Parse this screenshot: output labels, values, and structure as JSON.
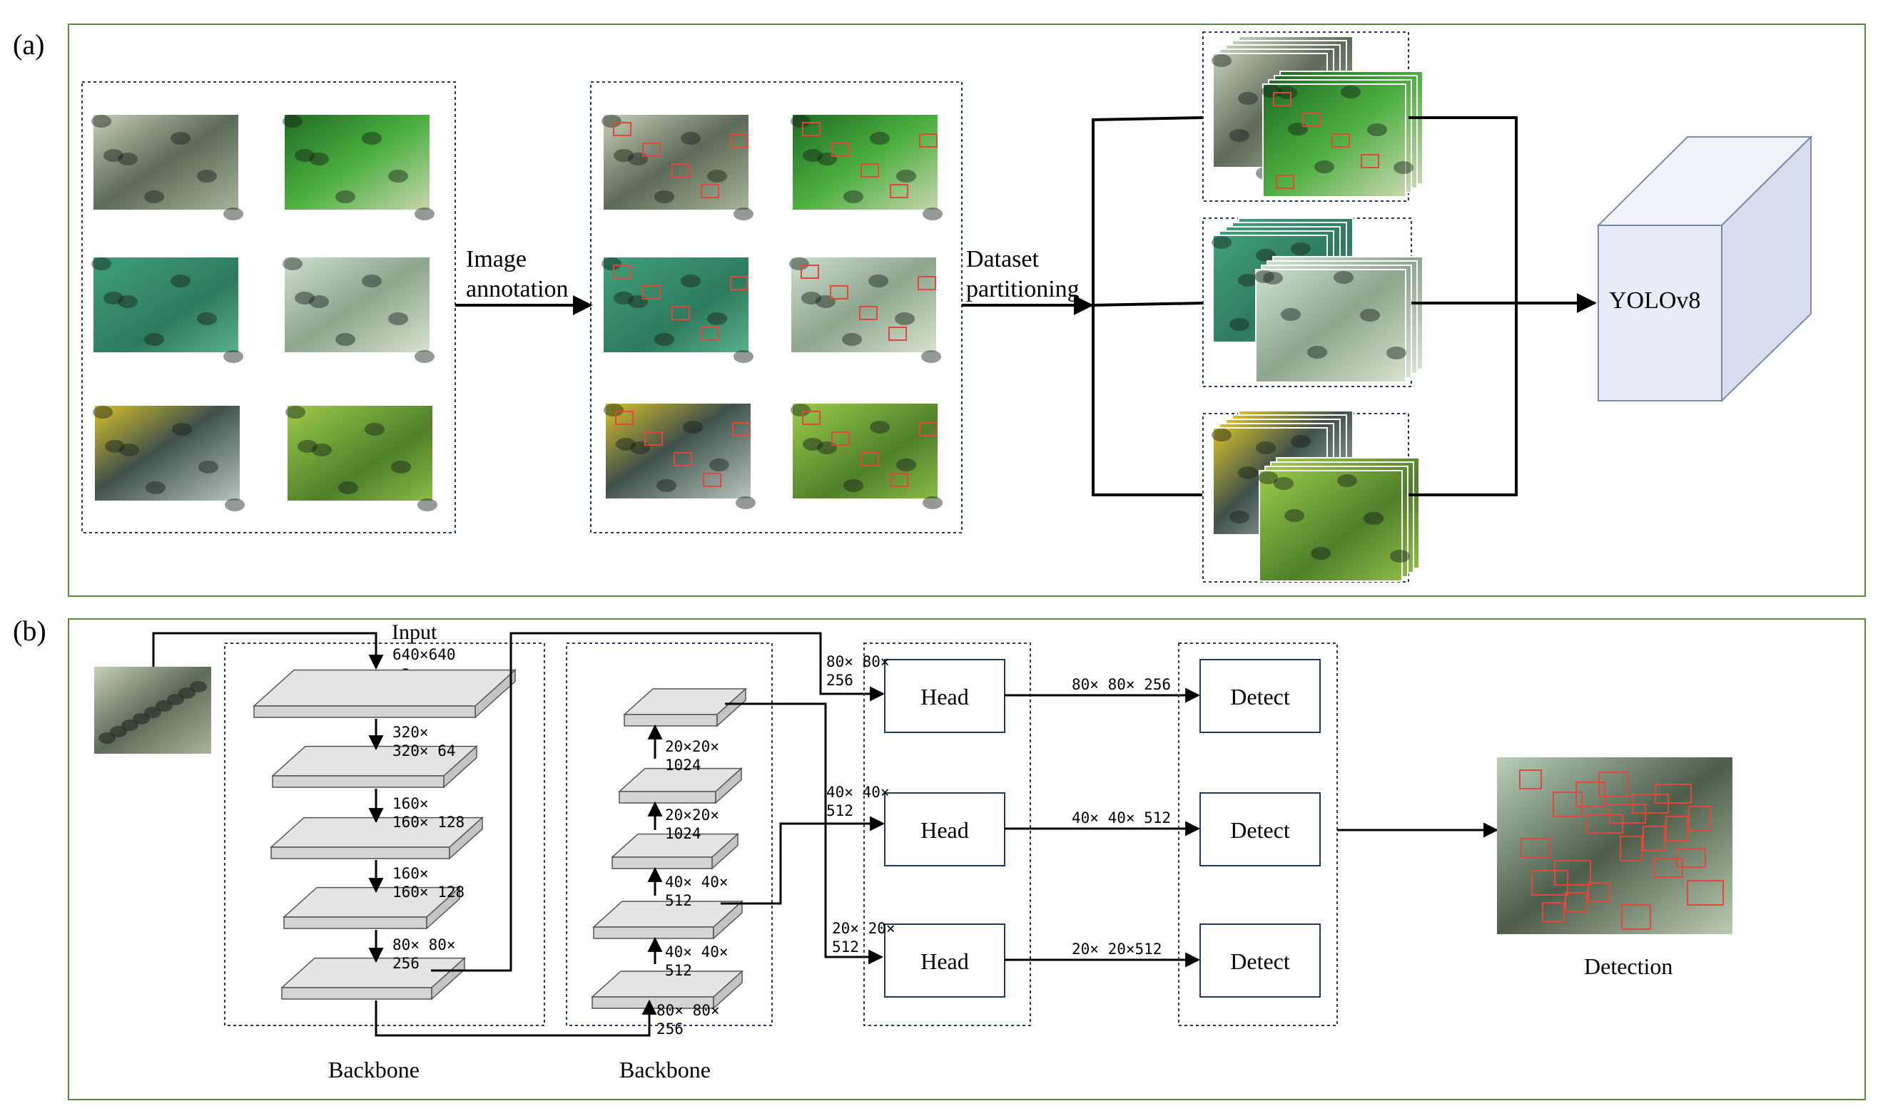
{
  "panel_a": {
    "label": "(a)",
    "annotation_label_line1": "Image",
    "annotation_label_line2": "annotation",
    "partition_label_line1": "Dataset",
    "partition_label_line2": "partitioning",
    "model_label": "YOLOv8"
  },
  "panel_b": {
    "label": "(b)",
    "input_label": "Input",
    "input_dims_line1": "640×640",
    "input_dims_line2": "×3",
    "backbone1_label": "Backbone",
    "backbone2_label": "Backbone",
    "backbone1_dims": [
      {
        "l1": "320×",
        "l2": "320× 64"
      },
      {
        "l1": "160×",
        "l2": "160× 128"
      },
      {
        "l1": "160×",
        "l2": "160× 128"
      },
      {
        "l1": "80× 80×",
        "l2": "256"
      }
    ],
    "backbone2_dims": [
      {
        "l1": "20×20×",
        "l2": "1024"
      },
      {
        "l1": "20×20×",
        "l2": "1024"
      },
      {
        "l1": "40× 40×",
        "l2": "512"
      },
      {
        "l1": "40× 40×",
        "l2": "512"
      },
      {
        "l1": "80× 80×",
        "l2": "256"
      }
    ],
    "head_inputs": [
      {
        "l1": "80× 80×",
        "l2": "256"
      },
      {
        "l1": "40× 40×",
        "l2": "512"
      },
      {
        "l1": "20× 20×",
        "l2": "512"
      }
    ],
    "head_label": "Head",
    "detect_label": "Detect",
    "head_outputs": [
      "80× 80× 256",
      "40× 40× 512",
      "20× 20×512"
    ],
    "detection_label": "Detection"
  },
  "colors": {
    "panel_border": "#5a8a3a",
    "head_border": "#1f3a60",
    "layer_fill": "#e4e4e4",
    "cube_fill": "#e8ecf8"
  }
}
